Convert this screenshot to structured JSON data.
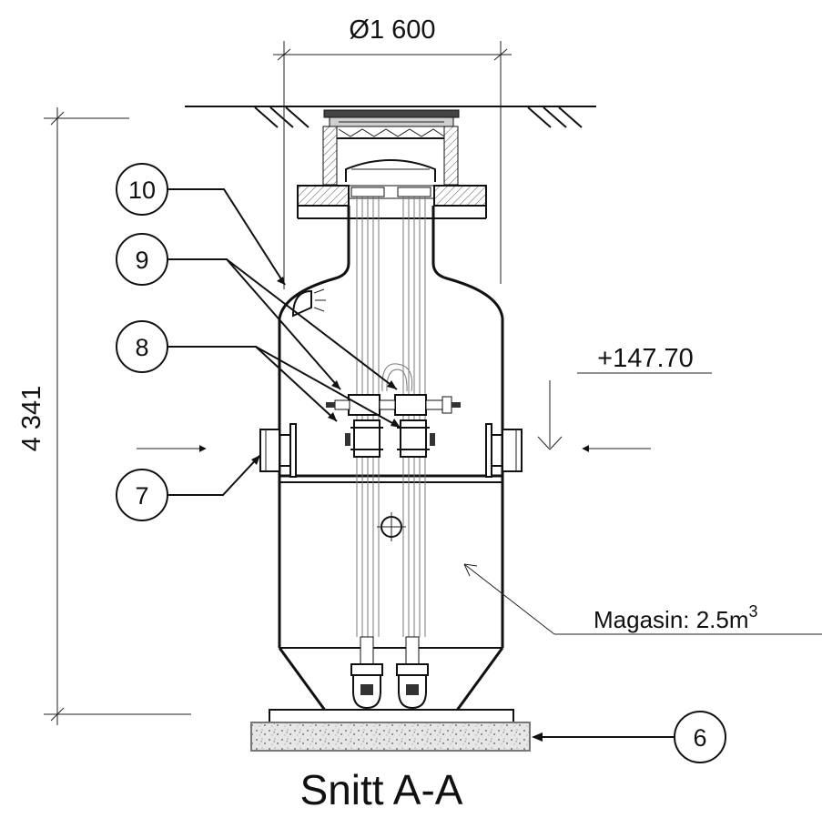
{
  "dimensions": {
    "diameter": "Ø1 600",
    "height": "4 341"
  },
  "elevation": "+147.70",
  "storage": {
    "label": "Magasin: 2.5m",
    "exponent": "3"
  },
  "callouts": [
    "10",
    "9",
    "8",
    "7",
    "6"
  ],
  "section_title": "Snitt A-A",
  "colors": {
    "line": "#111111",
    "hatch": "#555555",
    "foundation": "#e6e6e6"
  }
}
